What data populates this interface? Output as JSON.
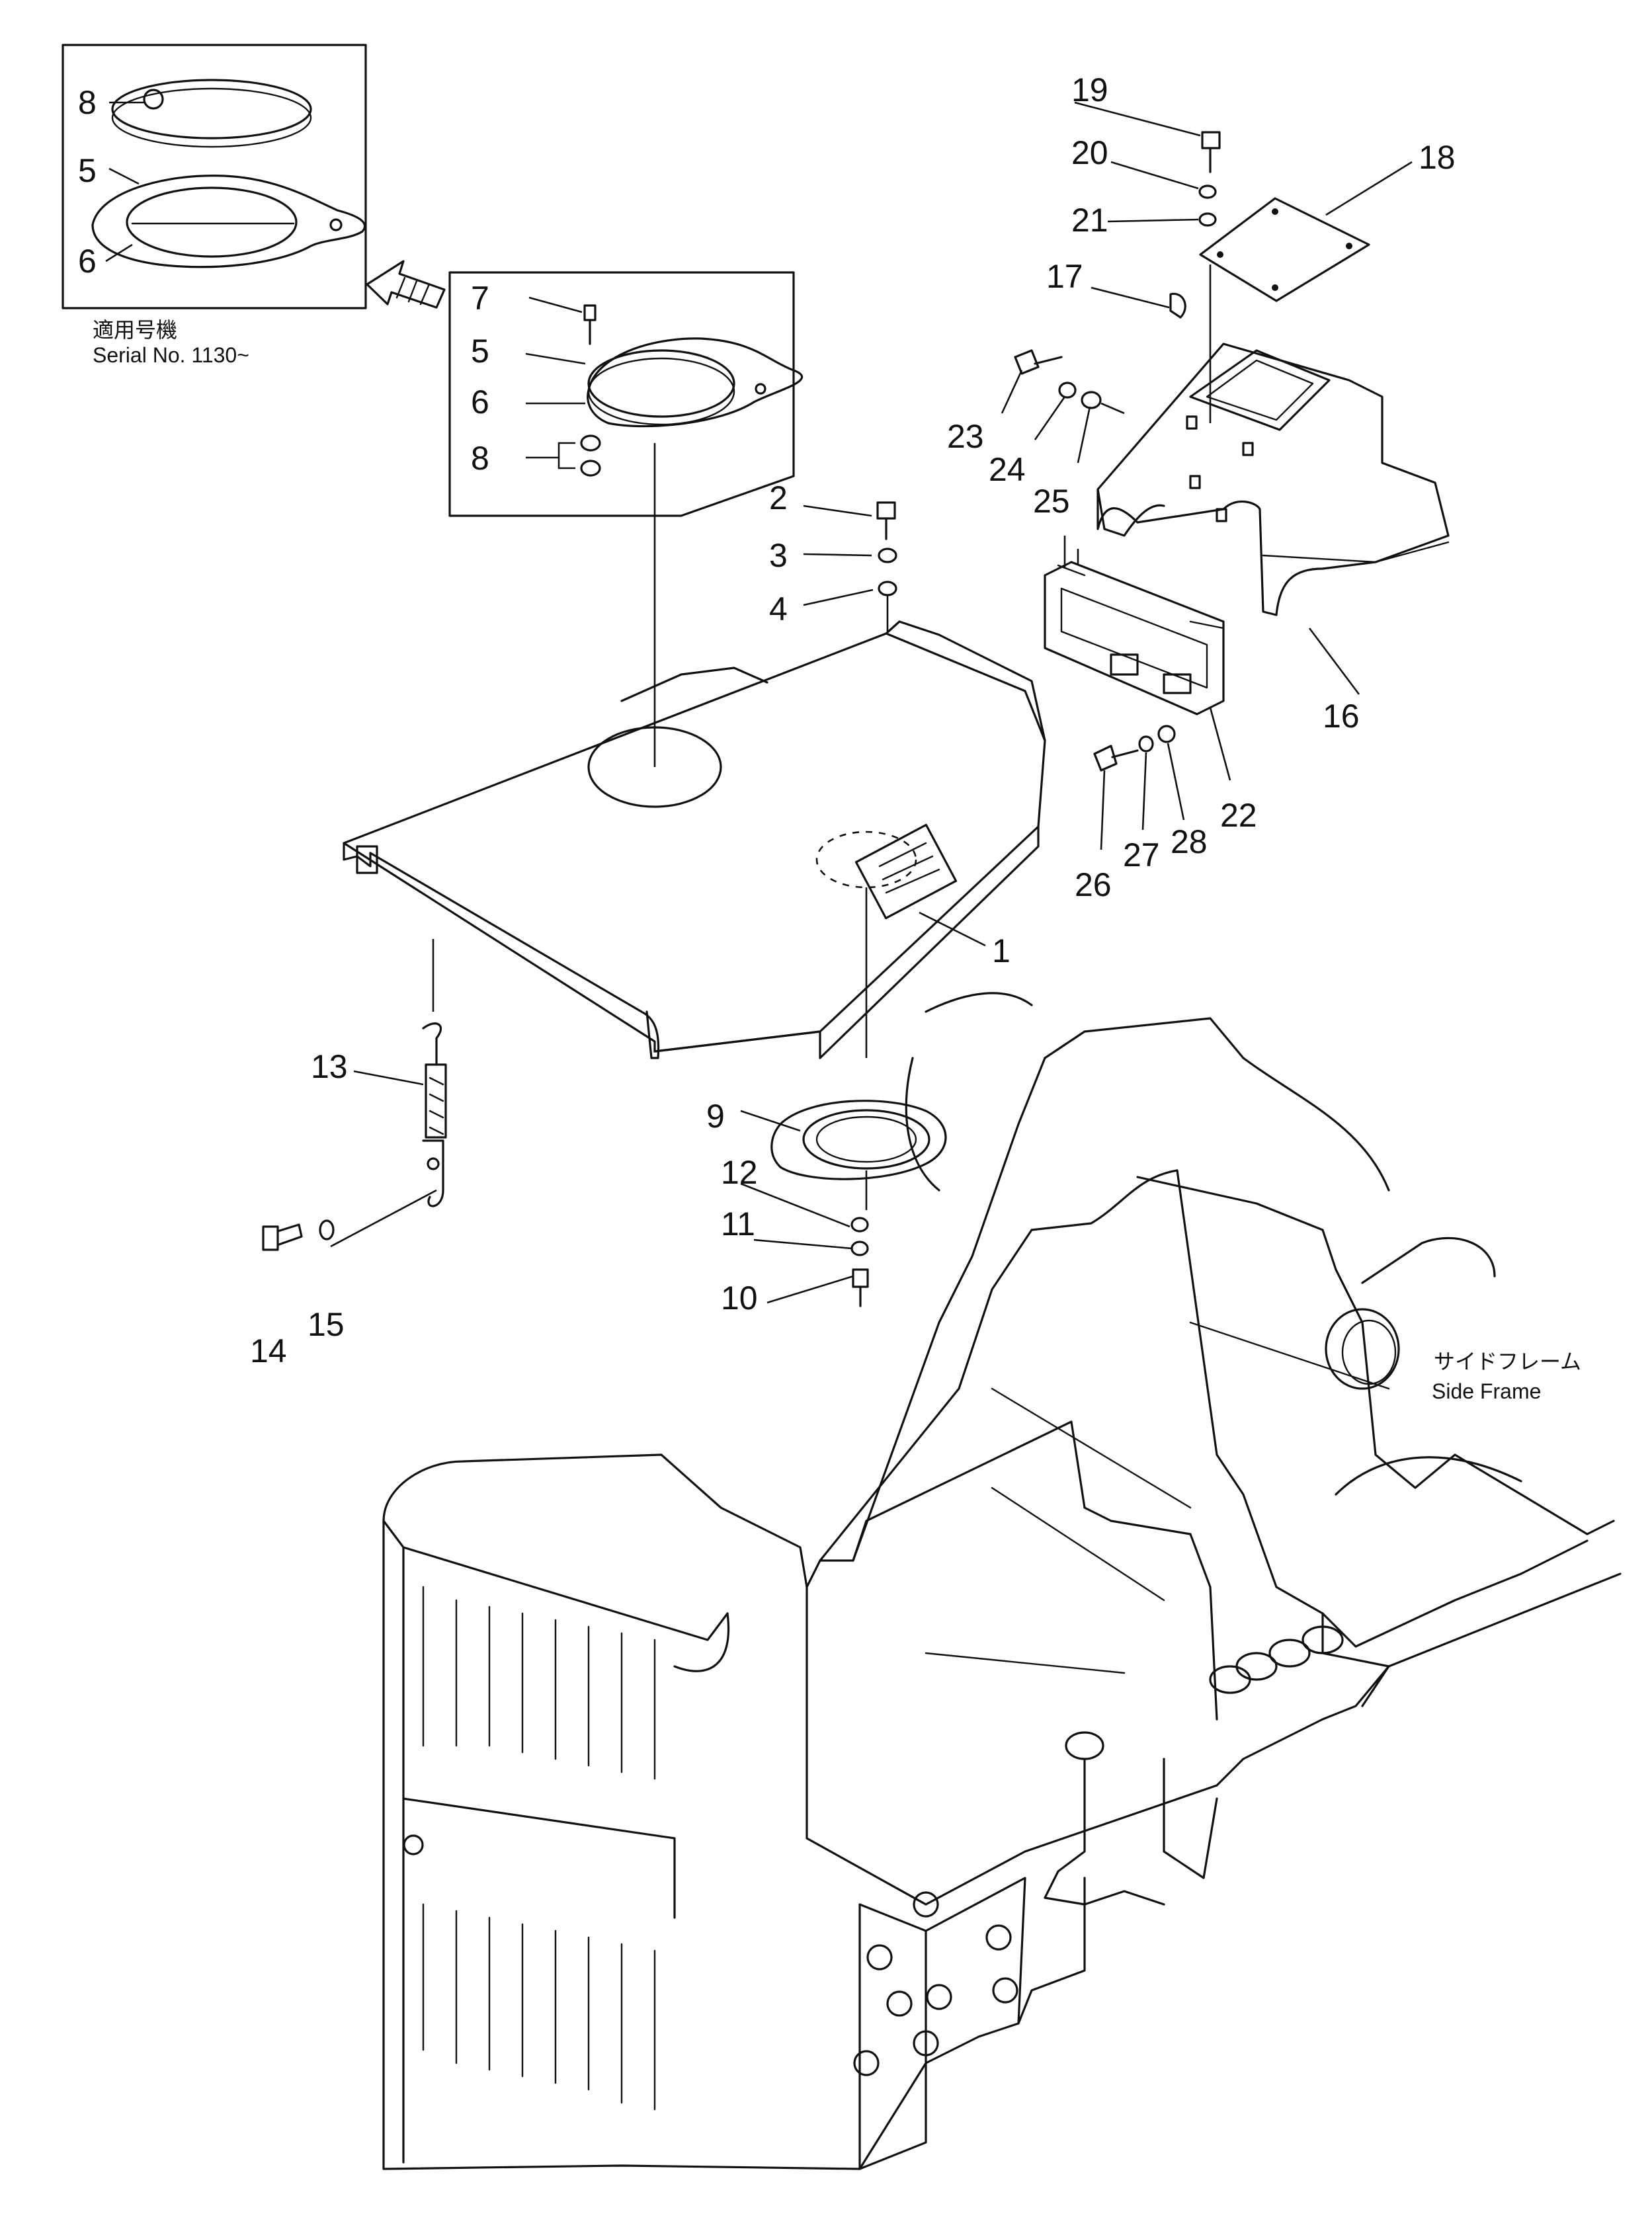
{
  "inset": {
    "note_jp": "適用号機",
    "note_en": "Serial No. 1130~"
  },
  "side_frame": {
    "label_jp": "サイドフレーム",
    "label_en": "Side Frame"
  },
  "callouts": [
    {
      "id": "c8a",
      "text": "8"
    },
    {
      "id": "c5a",
      "text": "5"
    },
    {
      "id": "c6a",
      "text": "6"
    },
    {
      "id": "c7",
      "text": "7"
    },
    {
      "id": "c5b",
      "text": "5"
    },
    {
      "id": "c6b",
      "text": "6"
    },
    {
      "id": "c8b",
      "text": "8"
    },
    {
      "id": "c2",
      "text": "2"
    },
    {
      "id": "c3",
      "text": "3"
    },
    {
      "id": "c4",
      "text": "4"
    },
    {
      "id": "c1",
      "text": "1"
    },
    {
      "id": "c9",
      "text": "9"
    },
    {
      "id": "c12",
      "text": "12"
    },
    {
      "id": "c11",
      "text": "11"
    },
    {
      "id": "c10",
      "text": "10"
    },
    {
      "id": "c13",
      "text": "13"
    },
    {
      "id": "c14",
      "text": "14"
    },
    {
      "id": "c15",
      "text": "15"
    },
    {
      "id": "c19",
      "text": "19"
    },
    {
      "id": "c20",
      "text": "20"
    },
    {
      "id": "c21",
      "text": "21"
    },
    {
      "id": "c18",
      "text": "18"
    },
    {
      "id": "c17",
      "text": "17"
    },
    {
      "id": "c23",
      "text": "23"
    },
    {
      "id": "c24",
      "text": "24"
    },
    {
      "id": "c25",
      "text": "25"
    },
    {
      "id": "c16",
      "text": "16"
    },
    {
      "id": "c22",
      "text": "22"
    },
    {
      "id": "c26",
      "text": "26"
    },
    {
      "id": "c27",
      "text": "27"
    },
    {
      "id": "c28",
      "text": "28"
    }
  ]
}
